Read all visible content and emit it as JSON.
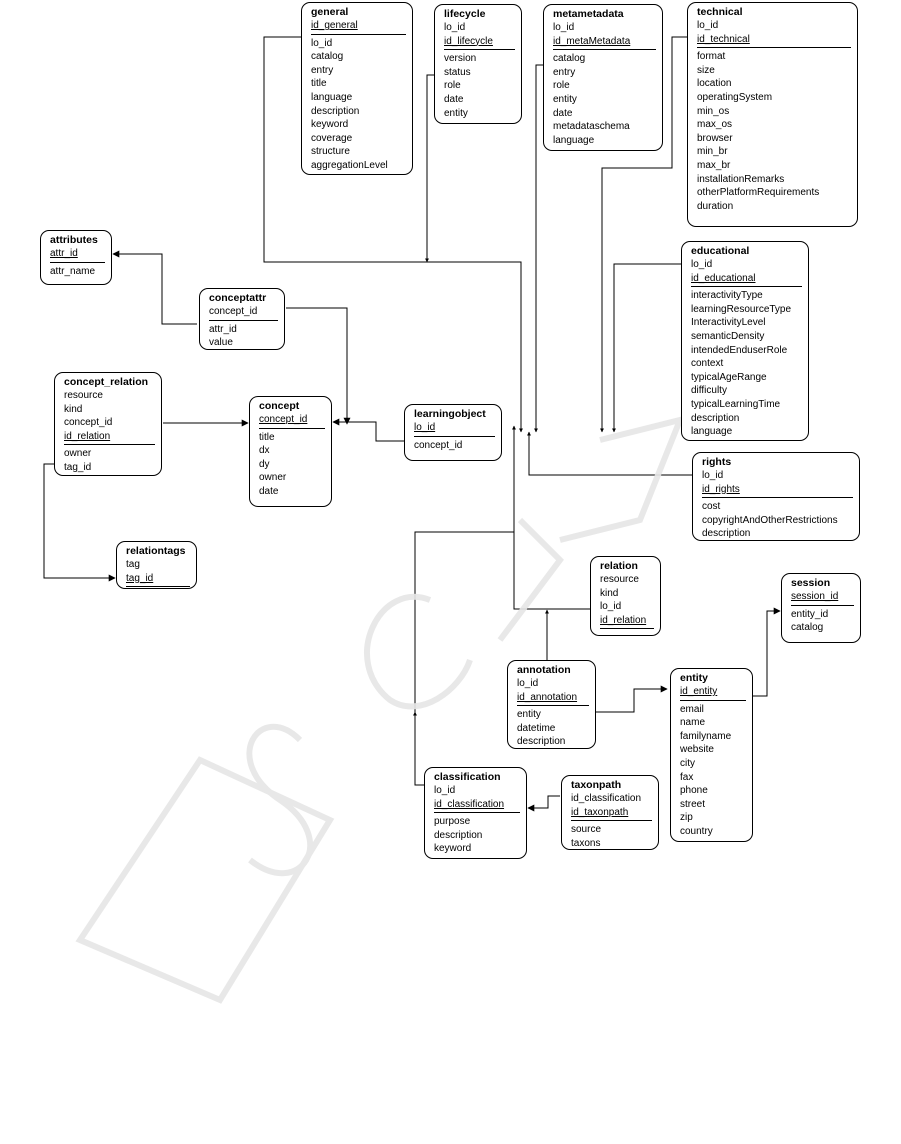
{
  "entities": {
    "general": {
      "title": "general",
      "attributes": [
        {
          "name": "id_general",
          "key": true
        },
        {
          "name": "lo_id",
          "sep": true
        },
        {
          "name": "catalog"
        },
        {
          "name": "entry"
        },
        {
          "name": "title"
        },
        {
          "name": "language"
        },
        {
          "name": "description"
        },
        {
          "name": "keyword"
        },
        {
          "name": "coverage"
        },
        {
          "name": "structure"
        },
        {
          "name": "aggregationLevel"
        }
      ]
    },
    "lifecycle": {
      "title": "lifecycle",
      "attributes": [
        {
          "name": "lo_id"
        },
        {
          "name": "id_lifecycle",
          "key": true
        },
        {
          "name": "version",
          "sep": true
        },
        {
          "name": "status"
        },
        {
          "name": "role"
        },
        {
          "name": "date"
        },
        {
          "name": "entity"
        }
      ]
    },
    "metametadata": {
      "title": "metametadata",
      "attributes": [
        {
          "name": "lo_id"
        },
        {
          "name": "id_metaMetadata",
          "key": true
        },
        {
          "name": "catalog",
          "sep": true
        },
        {
          "name": "entry"
        },
        {
          "name": "role"
        },
        {
          "name": "entity"
        },
        {
          "name": "date"
        },
        {
          "name": "metadataschema"
        },
        {
          "name": "language"
        }
      ]
    },
    "technical": {
      "title": "technical",
      "attributes": [
        {
          "name": "lo_id"
        },
        {
          "name": "id_technical",
          "key": true
        },
        {
          "name": "format",
          "sep": true
        },
        {
          "name": "size"
        },
        {
          "name": "location"
        },
        {
          "name": "operatingSystem"
        },
        {
          "name": "min_os"
        },
        {
          "name": "max_os"
        },
        {
          "name": "browser"
        },
        {
          "name": "min_br"
        },
        {
          "name": "max_br"
        },
        {
          "name": "installationRemarks"
        },
        {
          "name": "otherPlatformRequirements"
        },
        {
          "name": "duration"
        }
      ]
    },
    "attributes": {
      "title": "attributes",
      "attributes": [
        {
          "name": "attr_id",
          "key": true
        },
        {
          "name": "attr_name",
          "sep": true
        }
      ]
    },
    "conceptattr": {
      "title": "conceptattr",
      "attributes": [
        {
          "name": "concept_id"
        },
        {
          "name": "attr_id",
          "sep": true
        },
        {
          "name": "value"
        }
      ]
    },
    "educational": {
      "title": "educational",
      "attributes": [
        {
          "name": "lo_id"
        },
        {
          "name": "id_educational",
          "key": true
        },
        {
          "name": "interactivityType",
          "sep": true
        },
        {
          "name": "learningResourceType"
        },
        {
          "name": "InteractivityLevel"
        },
        {
          "name": "semanticDensity"
        },
        {
          "name": "intendedEnduserRole"
        },
        {
          "name": "context"
        },
        {
          "name": "typicalAgeRange"
        },
        {
          "name": "difficulty"
        },
        {
          "name": "typicalLearningTime"
        },
        {
          "name": "description"
        },
        {
          "name": "language"
        }
      ]
    },
    "concept_relation": {
      "title": "concept_relation",
      "attributes": [
        {
          "name": "resource"
        },
        {
          "name": "kind"
        },
        {
          "name": "concept_id"
        },
        {
          "name": "id_relation",
          "key": true
        },
        {
          "name": "owner",
          "sep": true
        },
        {
          "name": "tag_id"
        }
      ]
    },
    "concept": {
      "title": "concept",
      "attributes": [
        {
          "name": "concept_id",
          "key": true
        },
        {
          "name": "title",
          "sep": true
        },
        {
          "name": "dx"
        },
        {
          "name": "dy"
        },
        {
          "name": "owner"
        },
        {
          "name": "date"
        }
      ]
    },
    "learningobject": {
      "title": "learningobject",
      "attributes": [
        {
          "name": "lo_id",
          "key": true
        },
        {
          "name": "concept_id",
          "sep": true
        }
      ]
    },
    "rights": {
      "title": "rights",
      "attributes": [
        {
          "name": "lo_id"
        },
        {
          "name": "id_rights",
          "key": true
        },
        {
          "name": "cost",
          "sep": true
        },
        {
          "name": "copyrightAndOtherRestrictions"
        },
        {
          "name": "description"
        }
      ]
    },
    "relationtags": {
      "title": "relationtags",
      "attributes": [
        {
          "name": "tag"
        },
        {
          "name": "tag_id",
          "key": true
        },
        {
          "name": "",
          "sep": true
        }
      ]
    },
    "relation": {
      "title": "relation",
      "attributes": [
        {
          "name": "resource"
        },
        {
          "name": "kind"
        },
        {
          "name": "lo_id"
        },
        {
          "name": "id_relation",
          "key": true
        },
        {
          "name": "",
          "sep": true
        }
      ]
    },
    "session": {
      "title": "session",
      "attributes": [
        {
          "name": "session_id",
          "key": true
        },
        {
          "name": "entity_id",
          "sep": true
        },
        {
          "name": "catalog"
        }
      ]
    },
    "annotation": {
      "title": "annotation",
      "attributes": [
        {
          "name": "lo_id"
        },
        {
          "name": "id_annotation",
          "key": true
        },
        {
          "name": "entity",
          "sep": true
        },
        {
          "name": "datetime"
        },
        {
          "name": "description"
        }
      ]
    },
    "entity": {
      "title": "entity",
      "attributes": [
        {
          "name": "id_entity",
          "key": true
        },
        {
          "name": "email",
          "sep": true
        },
        {
          "name": "name"
        },
        {
          "name": "familyname"
        },
        {
          "name": "website"
        },
        {
          "name": "city"
        },
        {
          "name": "fax"
        },
        {
          "name": "phone"
        },
        {
          "name": "street"
        },
        {
          "name": "zip"
        },
        {
          "name": "country"
        }
      ]
    },
    "classification": {
      "title": "classification",
      "attributes": [
        {
          "name": "lo_id"
        },
        {
          "name": "id_classification",
          "key": true
        },
        {
          "name": "purpose",
          "sep": true
        },
        {
          "name": "description"
        },
        {
          "name": "keyword"
        }
      ]
    },
    "taxonpath": {
      "title": "taxonpath",
      "attributes": [
        {
          "name": "id_classification"
        },
        {
          "name": "id_taxonpath",
          "key": true
        },
        {
          "name": "source",
          "sep": true
        },
        {
          "name": "taxons"
        }
      ]
    }
  },
  "colors": {
    "line": "#000000",
    "box_border": "#000000",
    "watermark": "#e6e6e6"
  }
}
